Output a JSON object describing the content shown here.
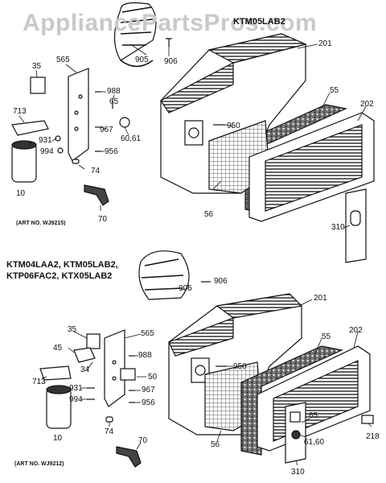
{
  "watermark": "AppliancePartsPros.com",
  "top": {
    "model_title": "KTM05LAB2",
    "art_no": "(ART NO. WJ9215)",
    "labels": {
      "p905": "905",
      "p906": "906",
      "p201": "201",
      "p565": "565",
      "p35": "35",
      "p988": "988",
      "p65": "65",
      "p713": "713",
      "p967": "967",
      "p950": "950",
      "p55": "55",
      "p202": "202",
      "p6061": "60,61",
      "p931": "931",
      "p994": "994",
      "p956": "956",
      "p74": "74",
      "p10": "10",
      "p56": "56",
      "p70": "70",
      "p310": "310"
    }
  },
  "bottom": {
    "models_line1": "KTM04LAA2, KTM05LAB2,",
    "models_line2": "KTP06FAC2, KTX05LAB2",
    "art_no": "(ART NO. WJ9212)",
    "labels": {
      "p905": "905",
      "p906": "906",
      "p201": "201",
      "p35": "35",
      "p565": "565",
      "p45": "45",
      "p988": "988",
      "p55": "55",
      "p202": "202",
      "p34": "34",
      "p950": "950",
      "p713": "713",
      "p50": "50",
      "p931": "931",
      "p967": "967",
      "p994": "994",
      "p956": "956",
      "p65": "65",
      "p10": "10",
      "p56": "56",
      "p6160": "61,60",
      "p218": "218",
      "p74": "74",
      "p70": "70",
      "p310": "310"
    }
  }
}
